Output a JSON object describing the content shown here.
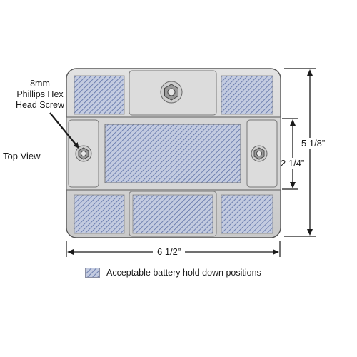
{
  "labels": {
    "screw_lines": [
      "8mm",
      "Phillips Hex",
      "Head Screw"
    ],
    "view": "Top View"
  },
  "dimensions": {
    "width": "6 1/2”",
    "height": "5 1/8”",
    "inner_height": "2 1/4”"
  },
  "legend": {
    "text": "Acceptable battery hold down positions"
  },
  "colors": {
    "hatch_fill": "#bfc8de",
    "hatch_line": "#5b6fa5",
    "body": "#d4d4d4",
    "outline": "#555555"
  }
}
